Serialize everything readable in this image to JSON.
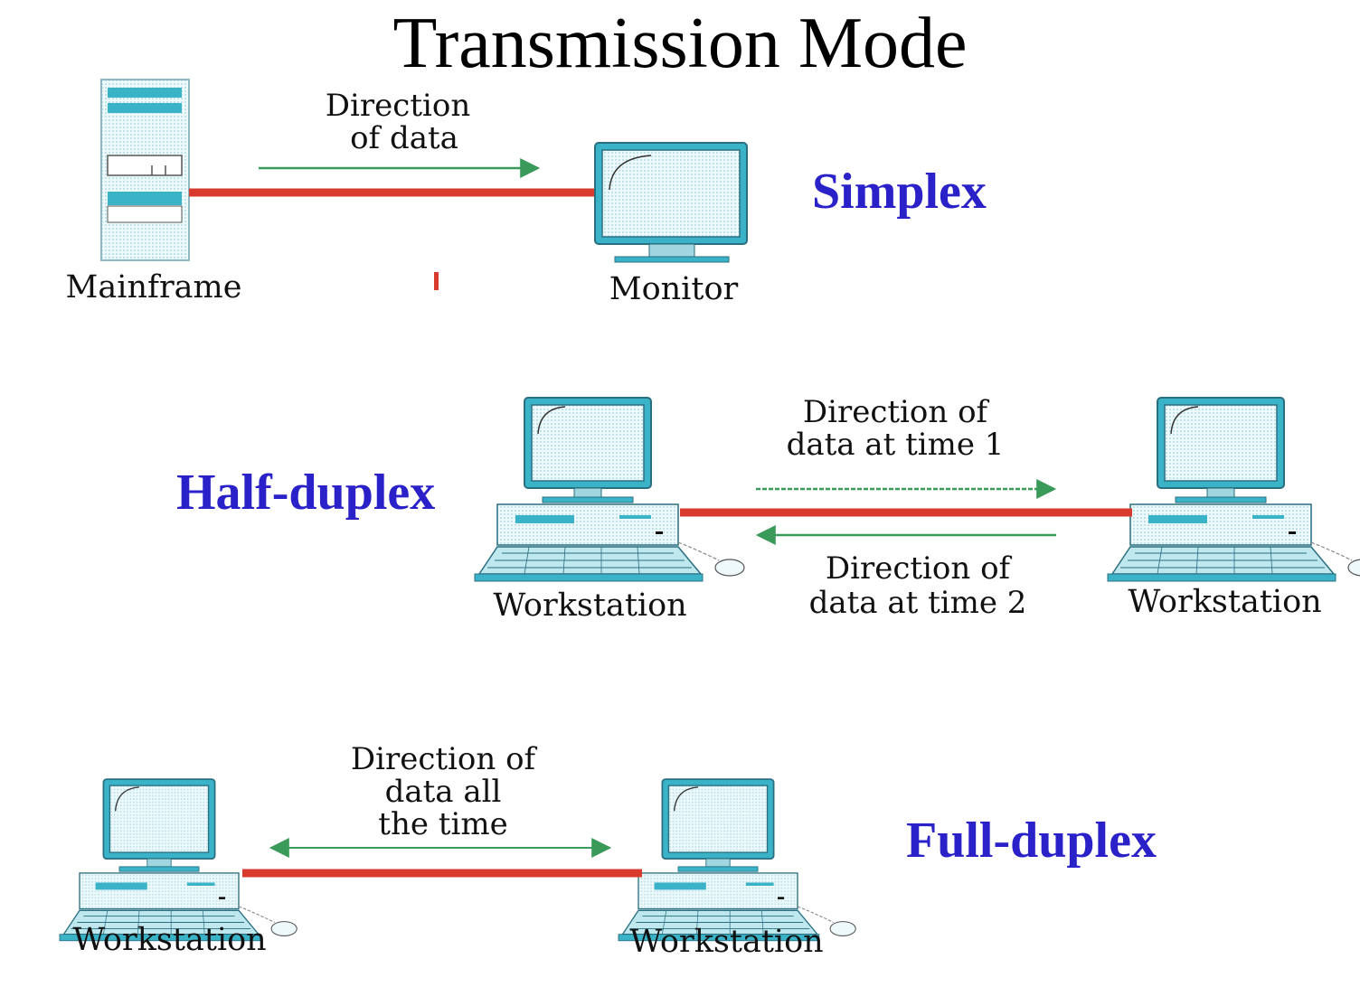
{
  "title": "Transmission Mode",
  "colors": {
    "mode_label": "#2a22c8",
    "link": "#d93a2e",
    "arrow": "#3a9a5a",
    "device_fill": "#dff3f6",
    "device_accent": "#3ab3c8",
    "device_stroke": "#2a6f80"
  },
  "simplex": {
    "mode_label": "Simplex",
    "direction_label": [
      "Direction",
      "of data"
    ],
    "sender_label": "Mainframe",
    "receiver_label": "Monitor",
    "sender_icon": "mainframe-icon",
    "receiver_icon": "monitor-icon"
  },
  "half_duplex": {
    "mode_label": "Half-duplex",
    "direction_time1": [
      "Direction of",
      "data at time 1"
    ],
    "direction_time2": [
      "Direction of",
      "data at time 2"
    ],
    "left_label": "Workstation",
    "right_label": "Workstation",
    "device_icon": "workstation-icon"
  },
  "full_duplex": {
    "mode_label": "Full-duplex",
    "direction_label": [
      "Direction of",
      "data all",
      "the time"
    ],
    "left_label": "Workstation",
    "right_label": "Workstation",
    "device_icon": "workstation-icon"
  }
}
